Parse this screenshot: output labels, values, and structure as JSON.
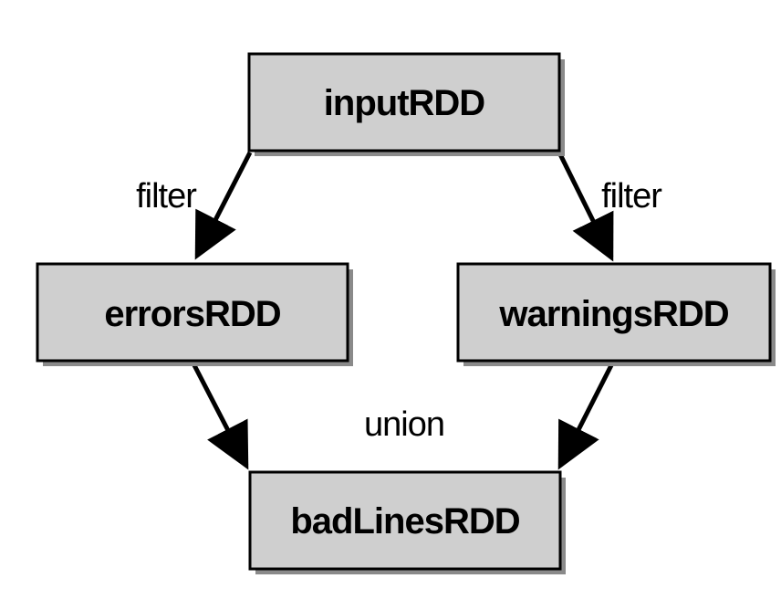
{
  "diagram": {
    "nodes": {
      "input": "inputRDD",
      "errors": "errorsRDD",
      "warnings": "warningsRDD",
      "badlines": "badLinesRDD"
    },
    "edge_labels": {
      "filter_left": "filter",
      "filter_right": "filter",
      "union": "union"
    },
    "colors": {
      "node_fill": "#cfcfcf",
      "node_stroke": "#000000",
      "shadow": "#8a8a8a",
      "arrow": "#000000",
      "text": "#000000"
    }
  }
}
